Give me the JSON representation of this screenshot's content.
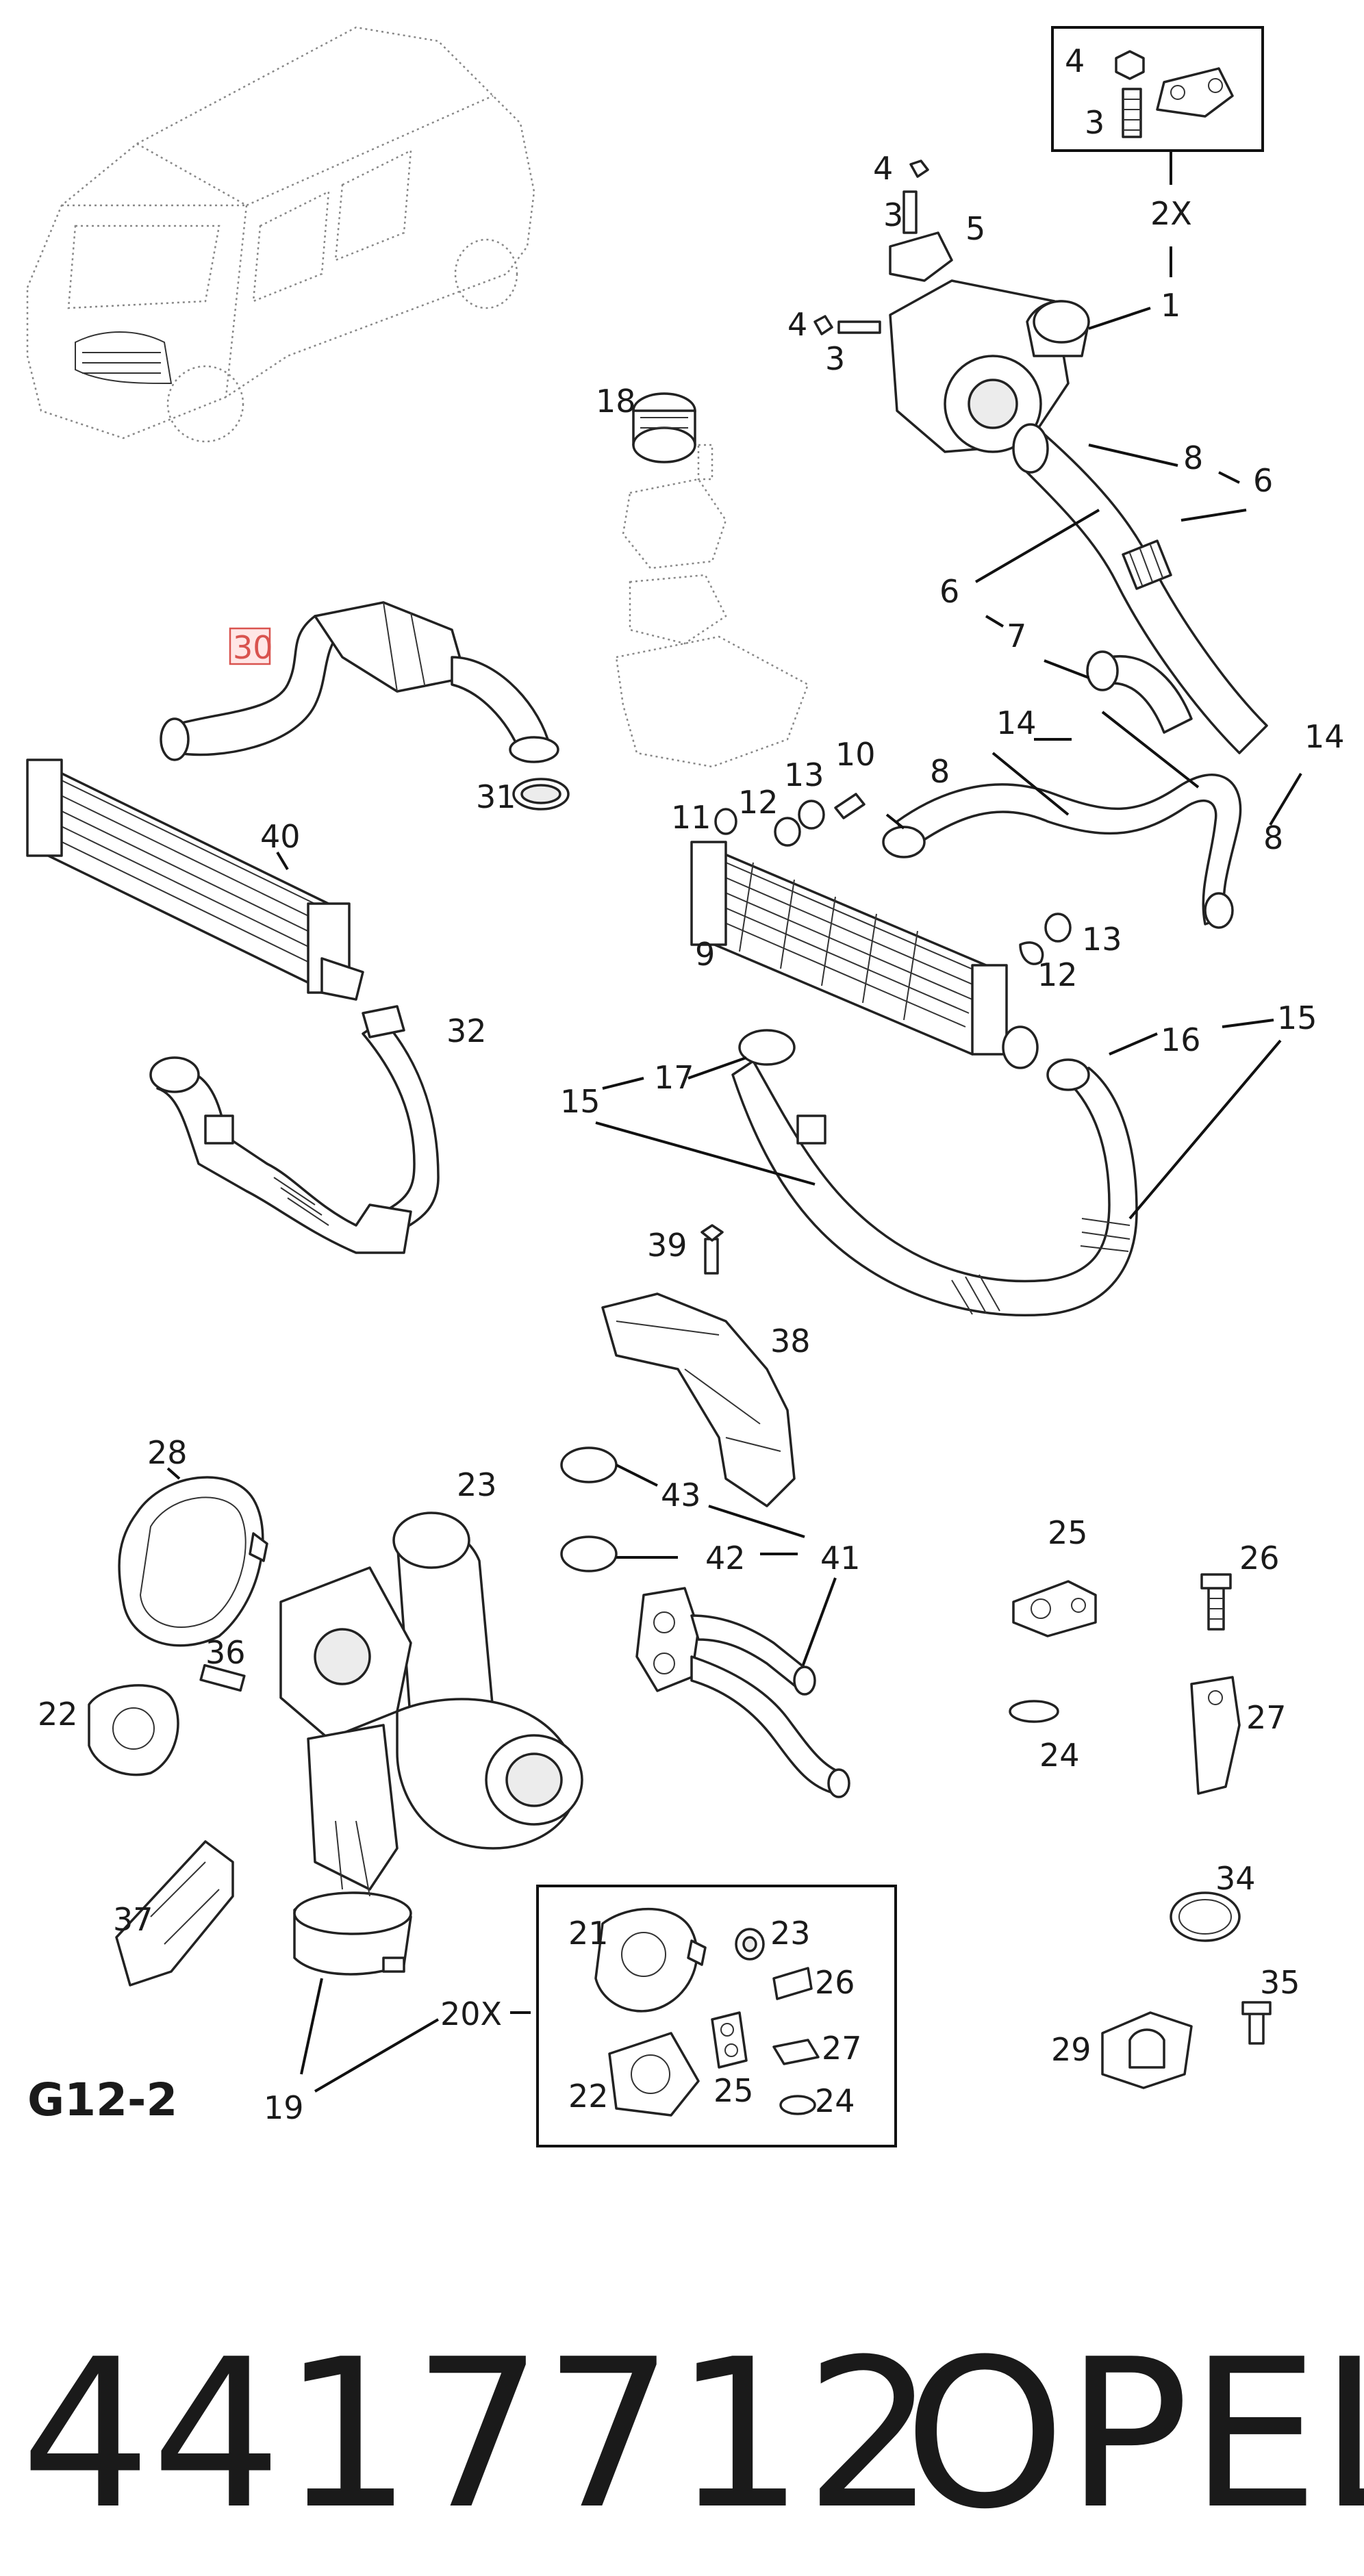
{
  "diagram": {
    "section_code": "G12-2",
    "part_number": "4417712",
    "brand": "OPEL",
    "highlighted_label": "30",
    "callouts": {
      "c1": "1",
      "c2x_a": "2X",
      "c3_box": "3",
      "c4_box": "4",
      "c4_a": "4",
      "c3_a": "3",
      "c5": "5",
      "c4_b": "4",
      "c3_b": "3",
      "c8_a": "8",
      "c6_a": "6",
      "c6_b": "6",
      "c7": "7",
      "c18": "18",
      "c31": "31",
      "c40": "40",
      "c14_a": "14",
      "c14_b": "14",
      "c8_b": "8",
      "c8_c": "8",
      "c10": "10",
      "c13_a": "13",
      "c12_a": "12",
      "c11": "11",
      "c9": "9",
      "c13_b": "13",
      "c12_b": "12",
      "c32": "32",
      "c16": "16",
      "c15_a": "15",
      "c17": "17",
      "c15_b": "15",
      "c39": "39",
      "c38": "38",
      "c28": "28",
      "c23_a": "23",
      "c43": "43",
      "c42": "42",
      "c41": "41",
      "c25_a": "25",
      "c26_a": "26",
      "c36": "36",
      "c22_a": "22",
      "c24_a": "24",
      "c27_a": "27",
      "c34": "34",
      "c37": "37",
      "c21": "21",
      "c23_b": "23",
      "c26_b": "26",
      "c20x": "20X",
      "c27_b": "27",
      "c35": "35",
      "c29": "29",
      "c22_b": "22",
      "c25_b": "25",
      "c24_b": "24",
      "c19": "19"
    }
  }
}
